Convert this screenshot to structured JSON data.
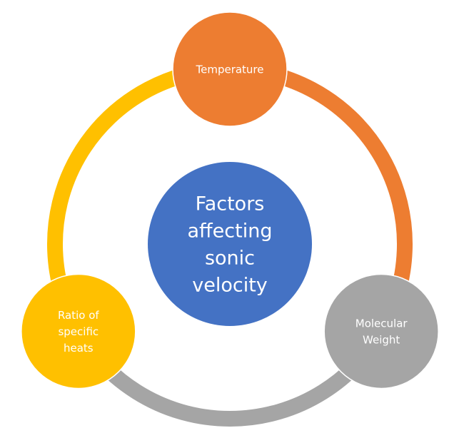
{
  "diagram": {
    "type": "cycle",
    "center": {
      "label_lines": [
        "Factors",
        "affecting",
        "sonic",
        "velocity"
      ],
      "color": "#4472C4"
    },
    "nodes": [
      {
        "id": "temperature",
        "label_lines": [
          "Temperature"
        ],
        "color": "#ED7D31"
      },
      {
        "id": "molecular-weight",
        "label_lines": [
          "Molecular",
          "Weight"
        ],
        "color": "#A5A5A5"
      },
      {
        "id": "ratio-of-specific-heats",
        "label_lines": [
          "Ratio of",
          "specific",
          "heats"
        ],
        "color": "#FFC000"
      }
    ],
    "connectors": [
      {
        "from": "temperature",
        "to": "molecular-weight",
        "color": "#ED7D31"
      },
      {
        "from": "molecular-weight",
        "to": "ratio-of-specific-heats",
        "color": "#A5A5A5"
      },
      {
        "from": "ratio-of-specific-heats",
        "to": "temperature",
        "color": "#FFC000"
      }
    ]
  }
}
